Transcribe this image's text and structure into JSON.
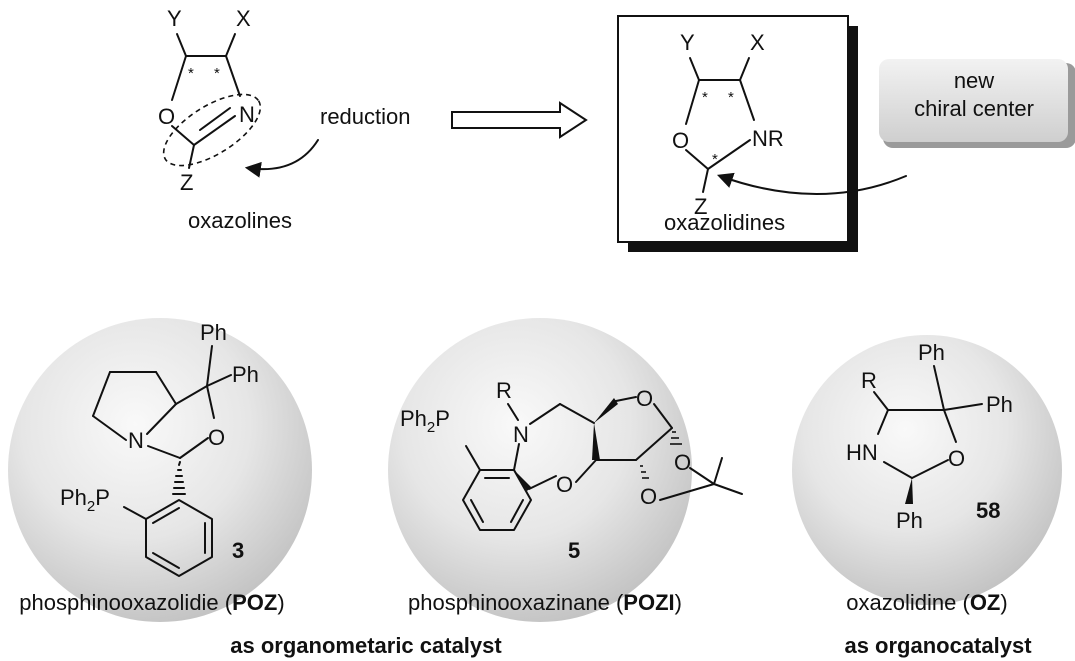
{
  "top": {
    "left_label": "oxazolines",
    "arrow_label": "reduction",
    "right_label": "oxazolidines",
    "callout_line1": "new",
    "callout_line2": "chiral center",
    "atoms": {
      "Y": "Y",
      "X": "X",
      "O": "O",
      "N": "N",
      "NR": "NR",
      "Z": "Z",
      "star": "*"
    }
  },
  "catalysts": [
    {
      "compound_number": "3",
      "name_prefix": "phosphinooxazolidie (",
      "abbrev": "POZ",
      "name_suffix": ")"
    },
    {
      "compound_number": "5",
      "name_prefix": "phosphinooxazinane (",
      "abbrev": "POZI",
      "name_suffix": ")"
    },
    {
      "compound_number": "58",
      "name_prefix": "oxazolidine (",
      "abbrev": "OZ",
      "name_suffix": ")"
    }
  ],
  "atoms": {
    "Ph": "Ph",
    "Ph2P_main": "Ph",
    "Ph2P_sub": "2",
    "Ph2P_end": "P",
    "N": "N",
    "O": "O",
    "R": "R",
    "HN": "HN"
  },
  "footer": {
    "left": "as organometaric catalyst",
    "right": "as organocatalyst"
  },
  "colors": {
    "ink": "#111111",
    "sphere_light": "#f7f7f7",
    "sphere_dark": "#c4c4c4",
    "callout": "#d9d9d9"
  }
}
